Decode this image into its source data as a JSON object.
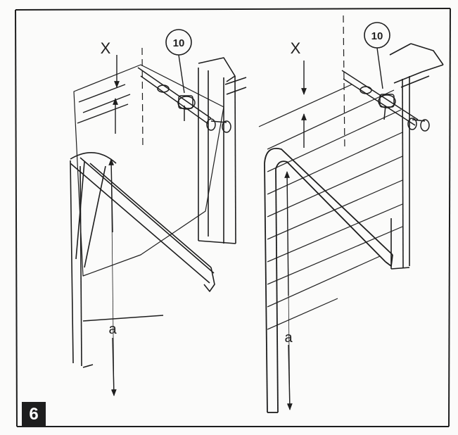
{
  "figure": {
    "number": "6",
    "colors": {
      "ink": "#1e1e1e",
      "paper": "#fbfbfa"
    }
  },
  "left_diagram": {
    "callout": "10",
    "offset_label": "X",
    "height_label": "a"
  },
  "right_diagram": {
    "callout": "10",
    "offset_label": "X",
    "height_label": "a"
  }
}
